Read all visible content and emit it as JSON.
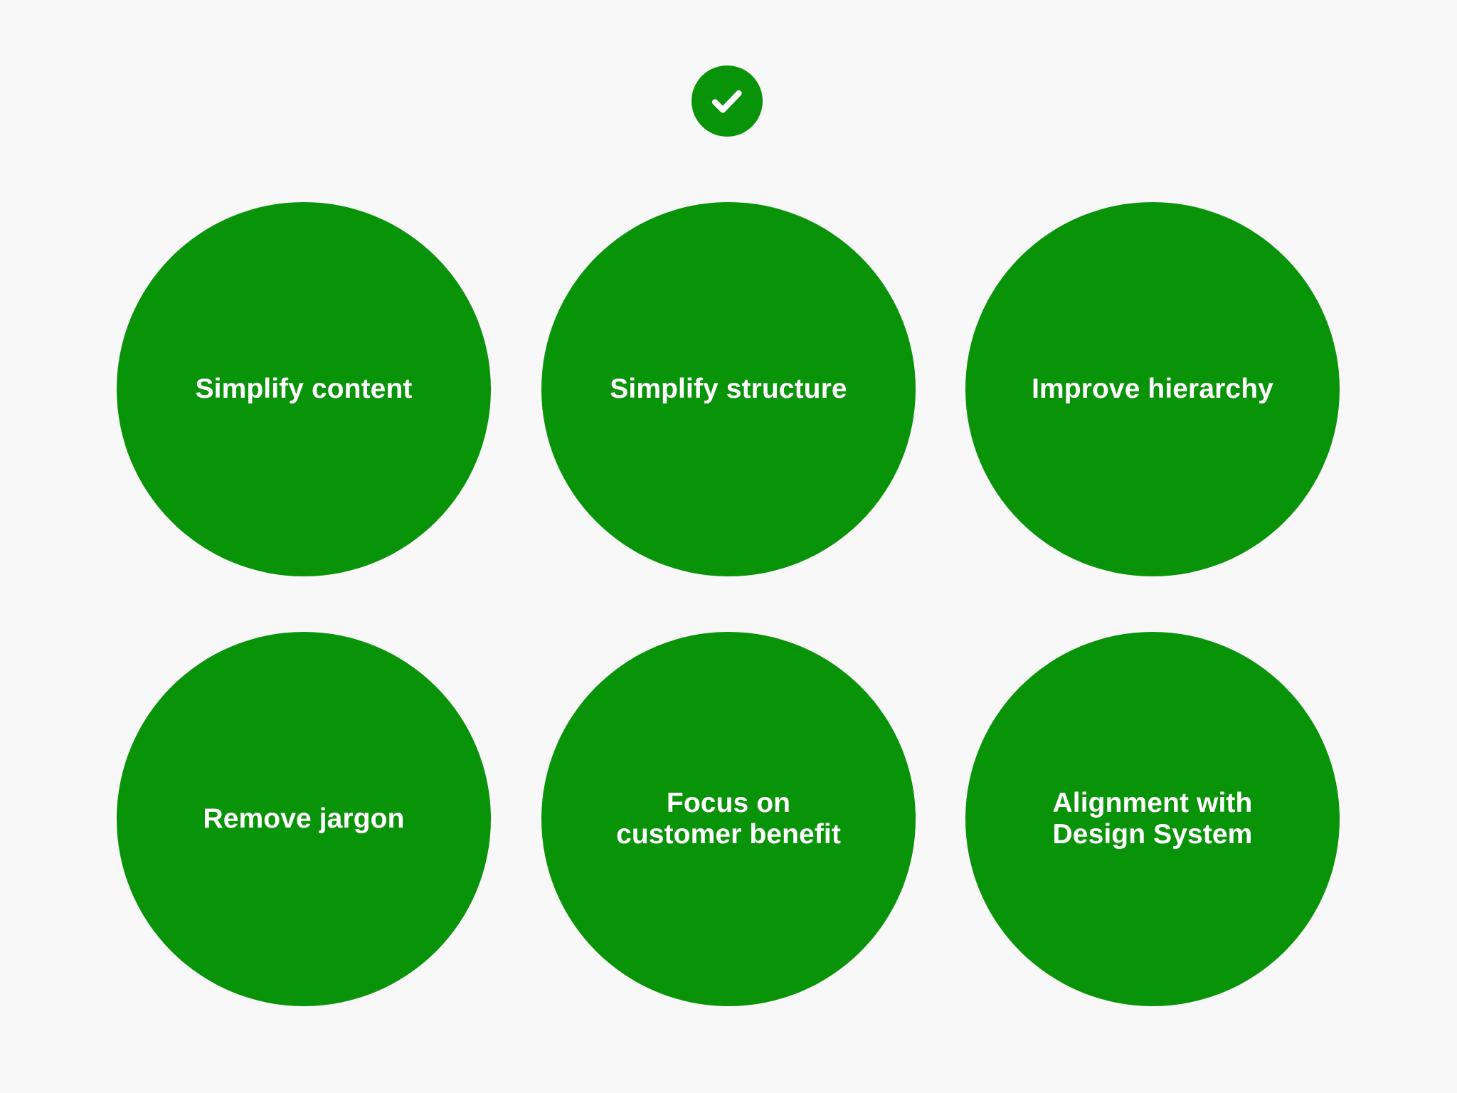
{
  "theme": {
    "background_color": "#f8f8f8",
    "bubble_color": "#099309",
    "text_color": "#ffffff"
  },
  "badge": {
    "icon": "check-icon",
    "color": "#099309"
  },
  "bubbles": [
    {
      "id": "simplify-content",
      "label": "Simplify content",
      "row": 1,
      "column": 1
    },
    {
      "id": "simplify-structure",
      "label": "Simplify structure",
      "row": 1,
      "column": 2
    },
    {
      "id": "improve-hierarchy",
      "label": "Improve hierarchy",
      "row": 1,
      "column": 3
    },
    {
      "id": "remove-jargon",
      "label": "Remove jargon",
      "row": 2,
      "column": 1
    },
    {
      "id": "focus-on-customer-benefit",
      "label": "Focus on\ncustomer benefit",
      "row": 2,
      "column": 2
    },
    {
      "id": "alignment-with-design-system",
      "label": "Alignment with\nDesign System",
      "row": 2,
      "column": 3
    }
  ]
}
